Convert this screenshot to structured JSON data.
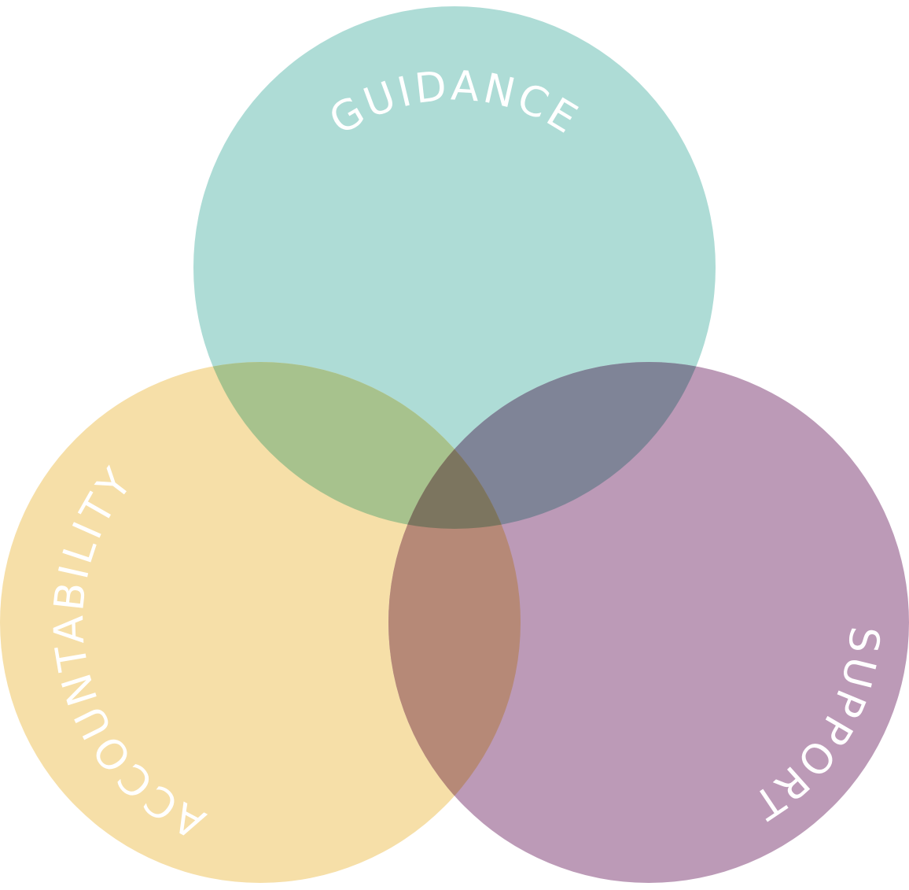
{
  "diagram": {
    "type": "venn",
    "sets": [
      {
        "key": "guidance",
        "label": "GUIDANCE",
        "color": "#aedcd6"
      },
      {
        "key": "accountability",
        "label": "ACCOUNTABILITY",
        "color": "#f6dfa8"
      },
      {
        "key": "support",
        "label": "SUPPORT",
        "color": "#bc9ab7"
      }
    ],
    "overlap_colors": {
      "guidance_accountability": "#a7c28d",
      "guidance_support": "#7f8497",
      "accountability_support": "#b68977",
      "all_three": "#7c755f"
    }
  }
}
